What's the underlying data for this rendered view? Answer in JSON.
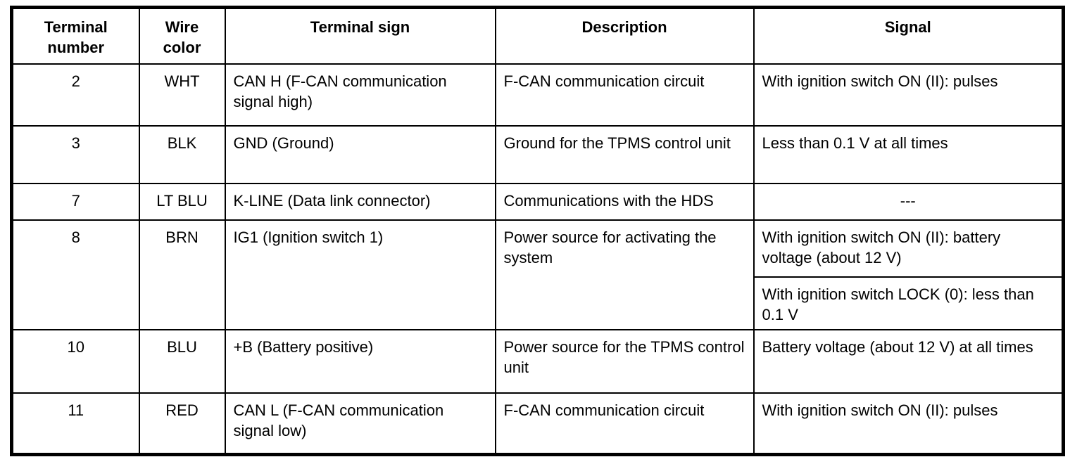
{
  "table": {
    "columns": [
      "Terminal number",
      "Wire color",
      "Terminal sign",
      "Description",
      "Signal"
    ],
    "rows": [
      {
        "terminal_number": "2",
        "wire_color": "WHT",
        "terminal_sign": "CAN H (F-CAN communication signal high)",
        "description": "F-CAN communication circuit",
        "signal": [
          {
            "text": "With ignition switch ON (II): pulses",
            "align": "left"
          }
        ]
      },
      {
        "terminal_number": "3",
        "wire_color": "BLK",
        "terminal_sign": "GND (Ground)",
        "description": "Ground for the TPMS control unit",
        "signal": [
          {
            "text": "Less than 0.1 V at all times",
            "align": "left"
          }
        ]
      },
      {
        "terminal_number": "7",
        "wire_color": "LT BLU",
        "terminal_sign": "K-LINE (Data link connector)",
        "description": "Communications with the HDS",
        "signal": [
          {
            "text": "---",
            "align": "center"
          }
        ]
      },
      {
        "terminal_number": "8",
        "wire_color": "BRN",
        "terminal_sign": "IG1 (Ignition switch 1)",
        "description": "Power source for activating the system",
        "signal": [
          {
            "text": "With ignition switch ON (II): battery voltage (about 12 V)",
            "align": "left"
          },
          {
            "text": "With ignition switch LOCK (0): less than 0.1 V",
            "align": "left"
          }
        ]
      },
      {
        "terminal_number": "10",
        "wire_color": "BLU",
        "terminal_sign": "+B (Battery positive)",
        "description": "Power source for the TPMS control unit",
        "signal": [
          {
            "text": "Battery voltage (about 12 V) at all times",
            "align": "left"
          }
        ]
      },
      {
        "terminal_number": "11",
        "wire_color": "RED",
        "terminal_sign": "CAN L (F-CAN communication signal low)",
        "description": "F-CAN communication circuit",
        "signal": [
          {
            "text": "With ignition switch ON (II): pulses",
            "align": "left"
          }
        ]
      }
    ]
  }
}
